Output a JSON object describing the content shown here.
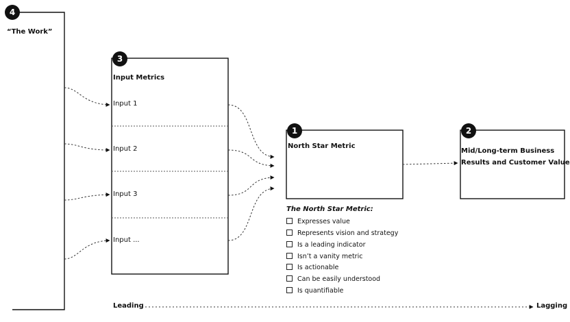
{
  "work": {
    "number": "4",
    "title": "“The Work”"
  },
  "inputs": {
    "number": "3",
    "title": "Input Metrics",
    "items": [
      "Input 1",
      "Input 2",
      "Input 3",
      "Input ..."
    ]
  },
  "north_star": {
    "number": "1",
    "title": "North Star Metric"
  },
  "results": {
    "number": "2",
    "title_line1": "Mid/Long-term Business",
    "title_line2": "Results and Customer Value"
  },
  "checklist": {
    "heading": "The North Star Metric:",
    "items": [
      "Expresses value",
      "Represents vision and strategy",
      "Is a leading indicator",
      "Isn’t a vanity metric",
      "Is actionable",
      "Can be easily understood",
      "Is quantifiable"
    ]
  },
  "axis": {
    "left": "Leading",
    "right": "Lagging"
  }
}
